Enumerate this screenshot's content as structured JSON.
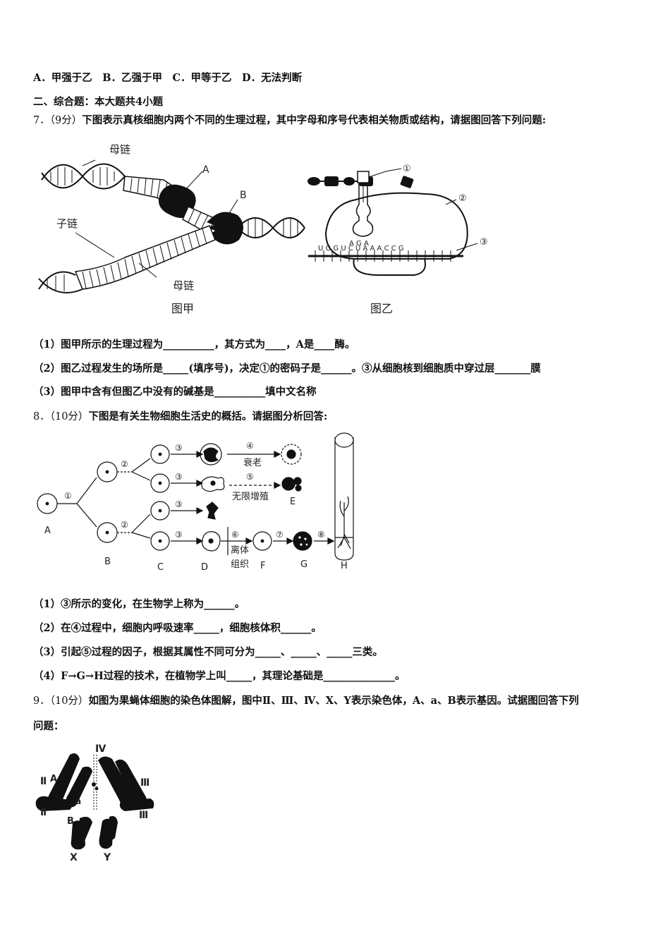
{
  "lines": {
    "options": "A．甲强于乙　B．乙强于甲　C．甲等于乙　D．无法判断",
    "section2": "二、综合题：本大题共4小题",
    "q7_num": "7．（9分）",
    "q7_text": "下图表示真核细胞内两个不同的生理过程，其中字母和序号代表相关物质或结构，请据图回答下列问题:",
    "q7_1": "（1）图甲所示的生理过程为__________，其方式为____，A是____酶。",
    "q7_2": "（2）图乙过程发生的场所是_____(填序号)，决定①的密码子是______。③从细胞核到细胞质中穿过层_______膜",
    "q7_3": "（3）图甲中含有但图乙中没有的碱基是__________填中文名称",
    "q8_num": "8．（10分）",
    "q8_text": "下图是有关生物细胞生活史的概括。请据图分析回答:",
    "q8_1": "（1）③所示的变化，在生物学上称为______。",
    "q8_2": "（2）在④过程中，细胞内呼吸速率_____，细胞核体积______。",
    "q8_3": "（3）引起⑤过程的因子，根据其属性不同可分为_____、_____、_____三类。",
    "q8_4": "（4）F→G→H过程的技术，在植物学上叫_____，其理论基础是______________。",
    "q9_num": "9．（10分）",
    "q9_text": "如图为果蝇体细胞的染色体图解，图中Ⅱ、Ⅲ、Ⅳ、X、Y表示染色体，A、a、B表示基因。试据图回答下列",
    "q9_text2": "问题："
  },
  "fig7": {
    "jia": {
      "parent_top": "母链",
      "child": "子链",
      "parent_bottom": "母链",
      "A": "A",
      "B": "B",
      "caption": "图甲"
    },
    "yi": {
      "c1": "①",
      "c2": "②",
      "c3": "③",
      "anticodon": "A G A",
      "mrna": "U G G U C U A A A C C G",
      "caption": "图乙"
    }
  },
  "fig8": {
    "n1": "①",
    "n2a": "②",
    "n2b": "②",
    "n3a": "③",
    "n3b": "③",
    "n3c": "③",
    "n3d": "③",
    "n4": "④",
    "aging": "衰老",
    "n5": "⑤",
    "unlimited": "无限增殖",
    "n6": "⑥",
    "isolated": "离体",
    "tissue": "组织",
    "n7": "⑦",
    "n8": "⑧",
    "A": "A",
    "B": "B",
    "C": "C",
    "D": "D",
    "E": "E",
    "F": "F",
    "G": "G",
    "H": "H"
  },
  "fig9": {
    "IV": "Ⅳ",
    "II_top": "Ⅱ",
    "III_top": "Ⅲ",
    "II_bot": "Ⅱ",
    "III_bot": "Ⅲ",
    "A": "A",
    "a": "a",
    "B": "B",
    "X": "X",
    "Y": "Y"
  }
}
